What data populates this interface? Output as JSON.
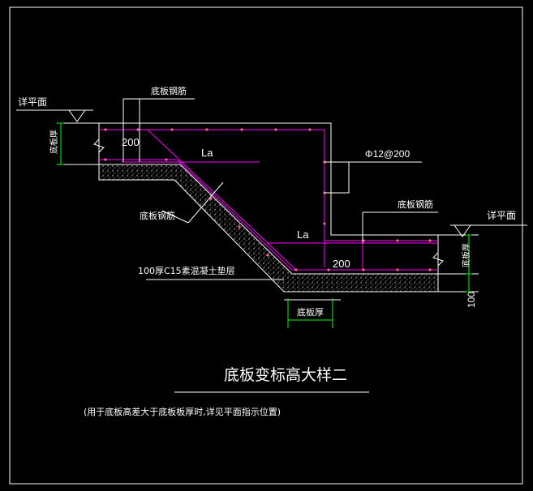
{
  "labels": {
    "detail_plan_left": "详平面",
    "detail_plan_right": "详平面",
    "rebar_top": "底板钢筋",
    "rebar_mid": "底板钢筋",
    "rebar_right": "底板钢筋",
    "slab_thk_left": "底板厚",
    "slab_thk_right": "底板厚",
    "slab_thk_bottom": "底板厚",
    "dim_200_left": "200",
    "dim_200_right": "200",
    "la_left": "La",
    "la_right": "La",
    "rebar_spec": "Φ12@200",
    "cushion": "100厚C15素混凝土垫层",
    "dim_100": "100"
  },
  "title": "底板变标高大样二",
  "subtitle": "(用于底板高差大于底板板厚时,详见平面指示位置)",
  "colors": {
    "frame": "#ffffff",
    "rebar": "#ff00ff",
    "leader": "#ffffff",
    "dim": "#00ff00",
    "text": "#ffffff",
    "slab_line": "#ffffff"
  }
}
